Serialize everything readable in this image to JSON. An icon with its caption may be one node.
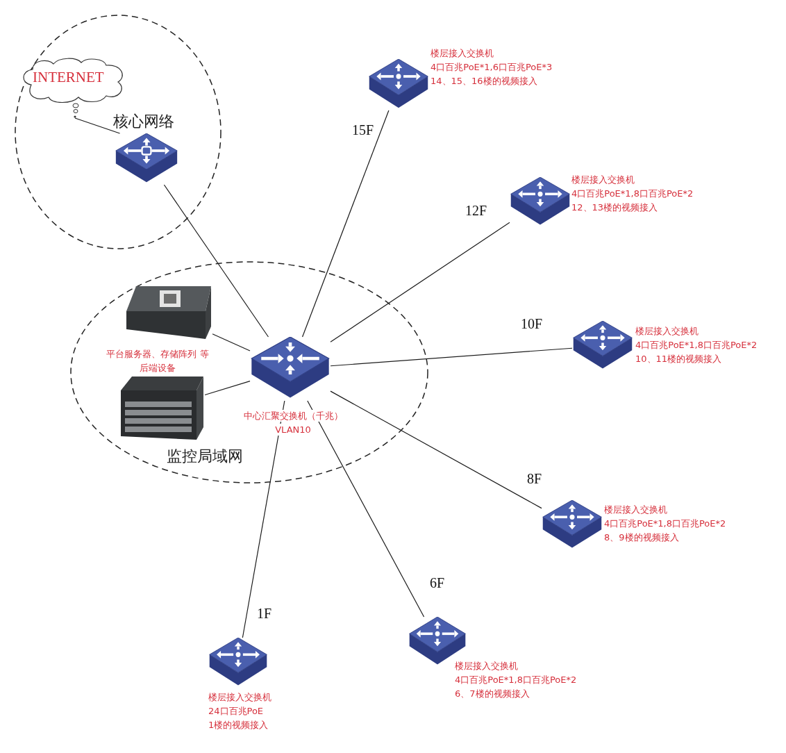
{
  "diagram": {
    "nodes": [
      {
        "text": [
          "核心网络"
        ]
      },
      {
        "text": [
          "INTERNET"
        ],
        "in": 0
      },
      {
        "text": [],
        "shape": "picture",
        "in": 0
      },
      {
        "text": [
          "监控局域网"
        ]
      },
      {
        "text": [],
        "shape": "picture",
        "in": 3
      },
      {
        "text": [],
        "shape": "picture",
        "in": 3
      },
      {
        "text": [],
        "shape": "picture",
        "in": 3,
        "beside": [
          "中心汇聚交换机（千兆）",
          "VLAN10"
        ]
      },
      {
        "text": [],
        "shape": "picture",
        "beside": [
          "楼层接入交换机",
          "4口百兆PoE*1,6口百兆PoE*3",
          "14、15、16楼的视频接入"
        ]
      },
      {
        "text": [],
        "shape": "picture",
        "beside": [
          "楼层接入交换机",
          "4口百兆PoE*1,8口百兆PoE*2",
          "12、13楼的视频接入"
        ]
      },
      {
        "text": [],
        "shape": "picture",
        "beside": [
          "楼层接入交换机",
          "4口百兆PoE*1,8口百兆PoE*2",
          "10、11楼的视频接入"
        ]
      },
      {
        "text": [],
        "shape": "picture",
        "beside": [
          "楼层接入交换机",
          "4口百兆PoE*1,8口百兆PoE*2",
          "8、9楼的视频接入"
        ]
      },
      {
        "text": [],
        "shape": "picture",
        "beside": [
          "楼层接入交换机",
          "4口百兆PoE*1,8口百兆PoE*2",
          "6、7楼的视频接入"
        ]
      },
      {
        "text": [],
        "shape": "picture",
        "beside": [
          "楼层接入交换机",
          "24口百兆PoE",
          "1楼的视频接入"
        ]
      }
    ],
    "edges": [
      {
        "from": 1,
        "to": 2,
        "arrow": "none"
      },
      {
        "from": 2,
        "to": 6,
        "arrow": "none"
      },
      {
        "from": 4,
        "to": 6,
        "arrow": "none"
      },
      {
        "from": 5,
        "to": 6,
        "arrow": "none"
      },
      {
        "from": 6,
        "to": 7,
        "arrow": "none",
        "label": "15F"
      },
      {
        "from": 6,
        "to": 8,
        "arrow": "none",
        "label": "12F"
      },
      {
        "from": 6,
        "to": 9,
        "arrow": "none",
        "label": "10F"
      },
      {
        "from": 6,
        "to": 10,
        "arrow": "none",
        "label": "8F"
      },
      {
        "from": 6,
        "to": 11,
        "arrow": "none",
        "label": "6F"
      },
      {
        "from": 6,
        "to": 12,
        "arrow": "none",
        "label": "1F"
      }
    ],
    "labels": [
      "平台服务器、存储阵列 等后端设备"
    ]
  }
}
